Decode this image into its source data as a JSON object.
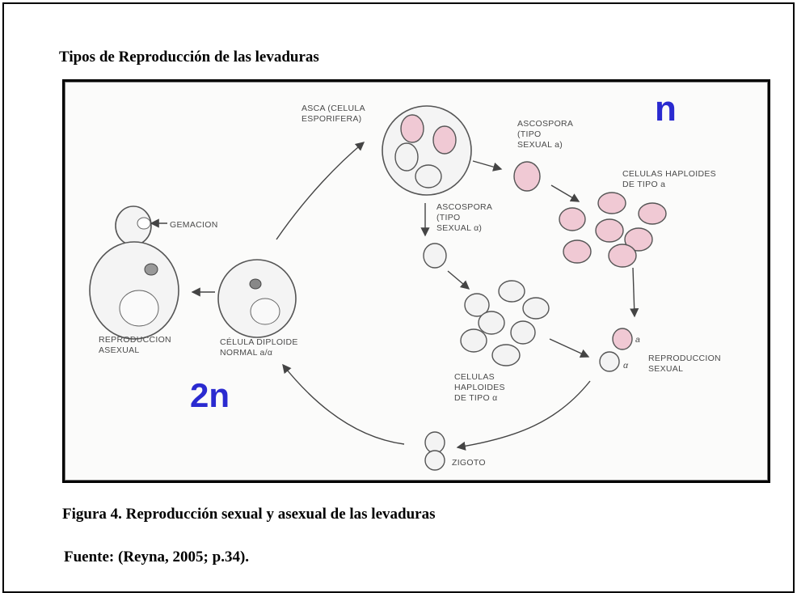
{
  "heading": "Tipos de Reproducción de las levaduras",
  "caption": "Figura 4. Reproducción sexual y asexual de las levaduras",
  "source": "Fuente: (Reyna, 2005; p.34).",
  "diagram": {
    "ploidy_haploid": "n",
    "ploidy_diploid": "2n",
    "labels": {
      "asca_1": "ASCA (CELULA",
      "asca_2": "ESPORIFERA)",
      "ascospora_a_1": "ASCOSPORA",
      "ascospora_a_2": "(TIPO",
      "ascospora_a_3": "SEXUAL a)",
      "haploid_a_1": "CELULAS HAPLOIDES",
      "haploid_a_2": "DE TIPO a",
      "ascospora_alpha_1": "ASCOSPORA",
      "ascospora_alpha_2": "(TIPO",
      "ascospora_alpha_3": "SEXUAL α)",
      "gemacion": "GEMACION",
      "asexual_1": "REPRODUCCION",
      "asexual_2": "ASEXUAL",
      "diploid_1": "CÉLULA DIPLOIDE",
      "diploid_2": "NORMAL a/α",
      "haploid_alpha_1": "CELULAS",
      "haploid_alpha_2": "HAPLOIDES",
      "haploid_alpha_3": "DE TIPO α",
      "sexual_1": "REPRODUCCION",
      "sexual_2": "SEXUAL",
      "mating_a": "a",
      "mating_alpha": "α",
      "zigoto": "ZIGOTO"
    },
    "colors": {
      "haploid_a": "#f0c9d4",
      "haploid_alpha": "#f3f3f3",
      "ploidy_text": "#2a2ad0"
    }
  }
}
